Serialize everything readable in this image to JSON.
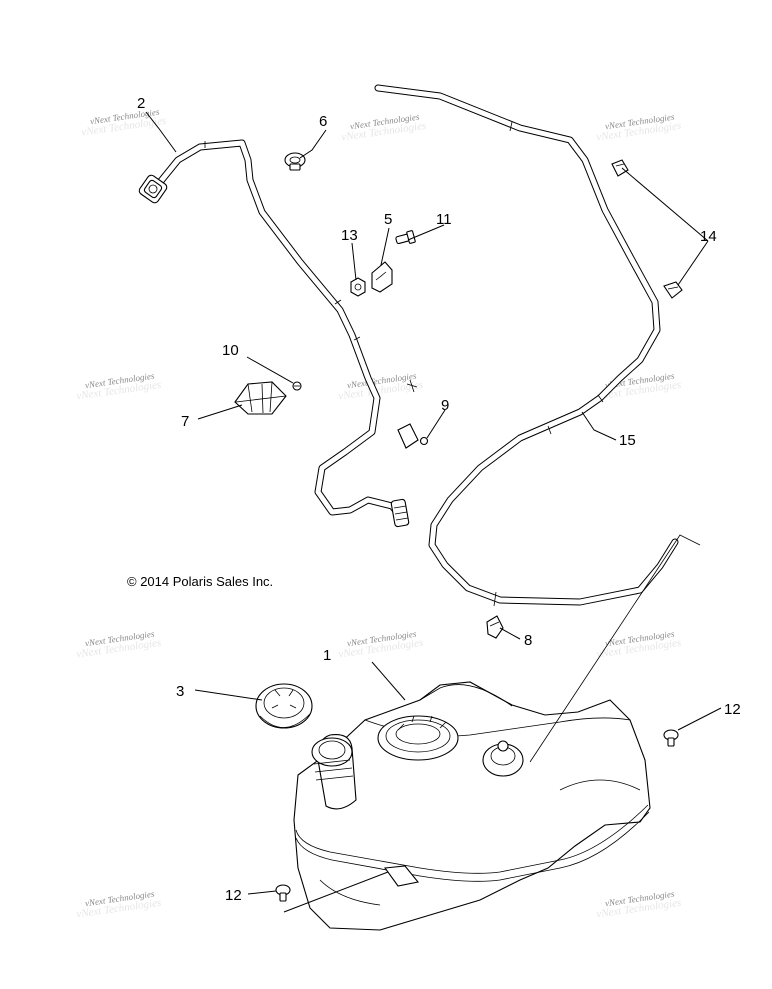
{
  "copyright": "© 2014 Polaris Sales Inc.",
  "watermark": "vNext Technologies",
  "callouts": {
    "c1": "1",
    "c2": "2",
    "c3": "3",
    "c5": "5",
    "c6": "6",
    "c7": "7",
    "c8": "8",
    "c9": "9",
    "c10": "10",
    "c11": "11",
    "c12a": "12",
    "c12b": "12",
    "c13": "13",
    "c14": "14",
    "c15": "15"
  }
}
